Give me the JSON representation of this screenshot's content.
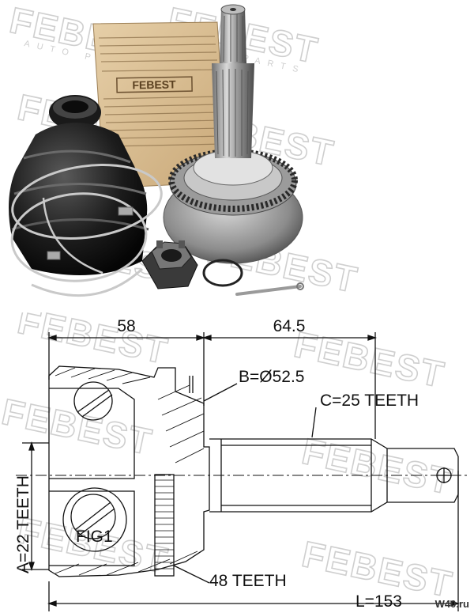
{
  "watermark": {
    "brand": "FEBEST",
    "tagline": "AUTO PARTS"
  },
  "package_label": "FEBEST",
  "dimensions": {
    "width_left": "58",
    "width_right": "64.5",
    "b_diameter": "B=Ø52.5",
    "c_teeth": "C=25 TEETH",
    "a_teeth": "A=22 TEETH",
    "abs_teeth": "48 TEETH",
    "length": "L=153",
    "fig": "FIG1"
  },
  "site_badge": "W40.ru"
}
